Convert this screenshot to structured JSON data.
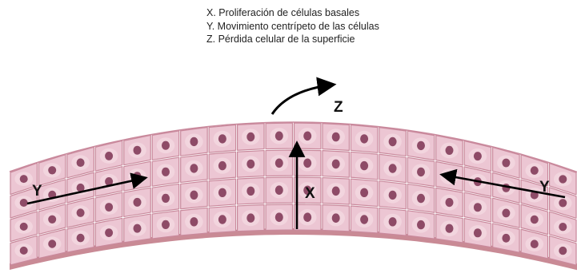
{
  "legend": {
    "items": [
      "X. Proliferación de células basales",
      "Y. Movimiento centrípeto de las células",
      "Z. Pérdida celular de la superficie"
    ]
  },
  "labels": {
    "x": "X",
    "y_left": "Y",
    "y_right": "Y",
    "z": "Z"
  },
  "colors": {
    "cell_fill": "#ecc6d3",
    "cell_border": "#c9899c",
    "cell_highlight": "#f7e1e8",
    "nucleus": "#8e4b67",
    "basement": "#c98a95",
    "arrow": "#000000"
  },
  "epithelium": {
    "cell_rows": 4,
    "cells_per_row": 20
  }
}
